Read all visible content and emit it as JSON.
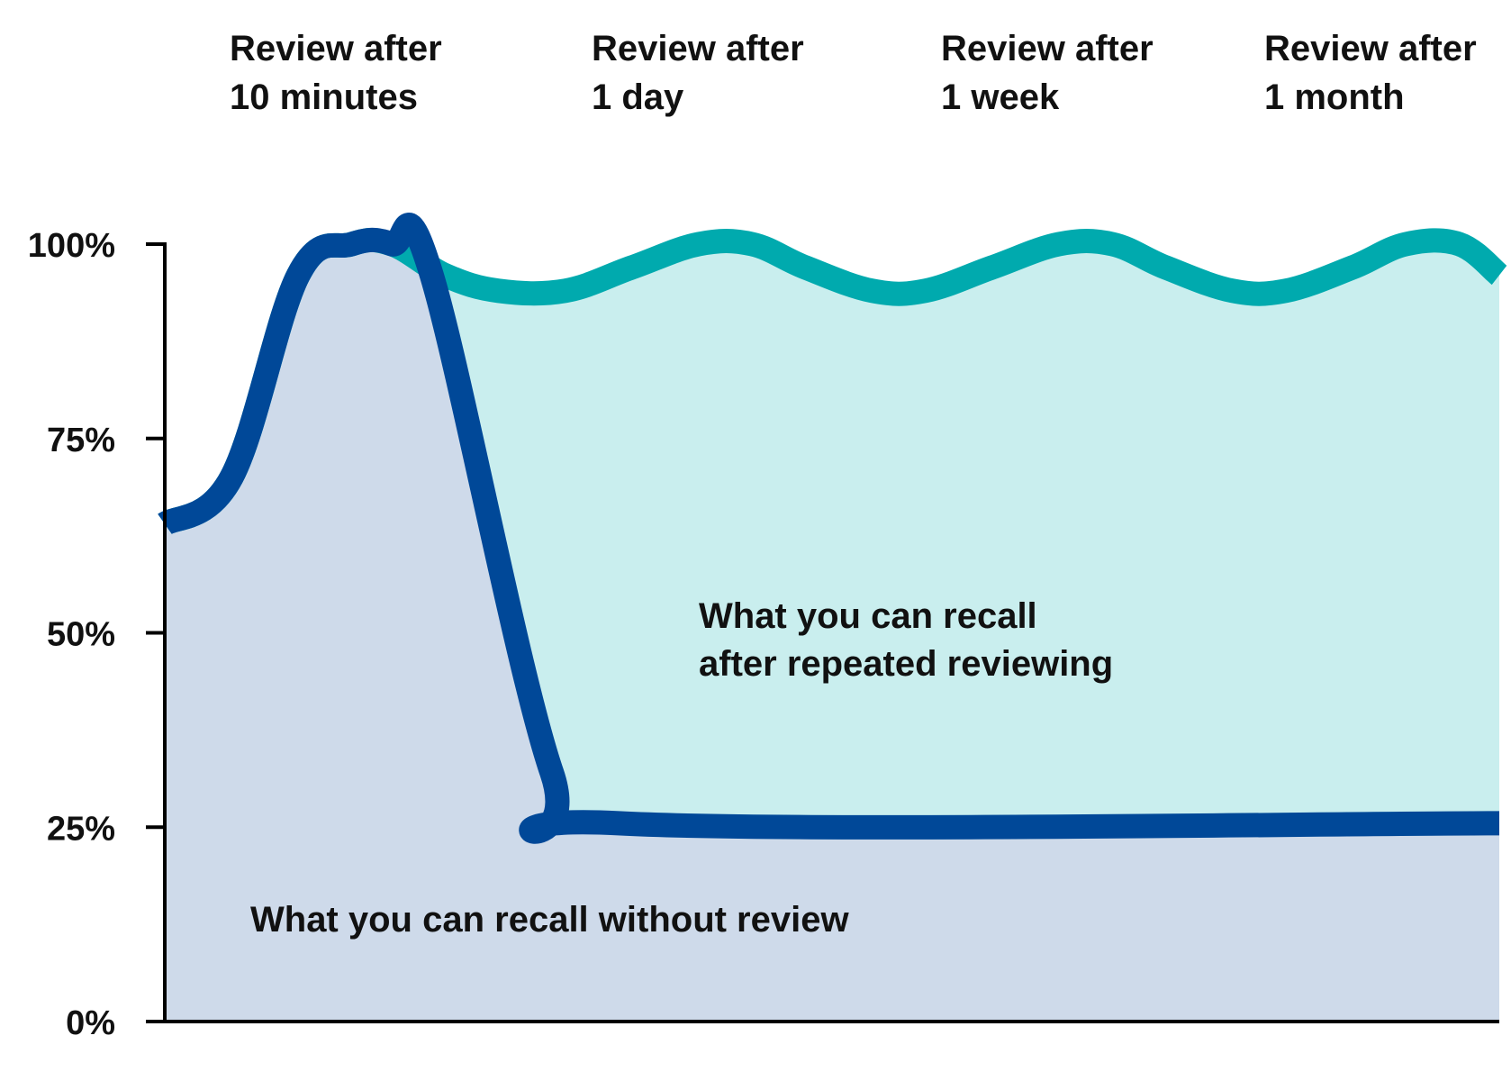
{
  "chart_data": {
    "type": "area",
    "title": "",
    "xlabel": "",
    "ylabel": "",
    "ylim": [
      0,
      100
    ],
    "y_ticks": [
      "0%",
      "25%",
      "50%",
      "75%",
      "100%"
    ],
    "y_tick_values": [
      0,
      25,
      50,
      75,
      100
    ],
    "review_labels": [
      {
        "line1": "Review after",
        "line2": "10 minutes"
      },
      {
        "line1": "Review after",
        "line2": "1 day"
      },
      {
        "line1": "Review after",
        "line2": "1 week"
      },
      {
        "line1": "Review after",
        "line2": "1 month"
      }
    ],
    "series": [
      {
        "color": "#00aaae",
        "fill": "#c9eeee",
        "annotation": [
          "What you can recall",
          "after repeated reviewing"
        ],
        "points": [
          [
            0,
            64
          ],
          [
            5,
            70
          ],
          [
            10,
            96
          ],
          [
            14,
            100
          ],
          [
            17,
            100
          ],
          [
            21,
            96
          ],
          [
            25,
            94
          ],
          [
            30,
            94
          ],
          [
            35,
            97
          ],
          [
            40,
            100
          ],
          [
            44,
            100
          ],
          [
            48,
            97
          ],
          [
            53,
            94
          ],
          [
            57,
            94
          ],
          [
            62,
            97
          ],
          [
            67,
            100
          ],
          [
            71,
            100
          ],
          [
            75,
            97
          ],
          [
            80,
            94
          ],
          [
            84,
            94
          ],
          [
            89,
            97
          ],
          [
            93,
            100
          ],
          [
            97,
            100
          ],
          [
            100,
            96
          ]
        ]
      },
      {
        "color": "#004898",
        "fill": "#cedaea",
        "annotation": [
          "What you can recall without review"
        ],
        "points": [
          [
            0,
            64
          ],
          [
            5,
            70
          ],
          [
            10,
            96
          ],
          [
            14,
            100
          ],
          [
            17,
            100
          ],
          [
            20,
            96
          ],
          [
            29,
            32
          ],
          [
            34,
            25.5
          ],
          [
            100,
            25.5
          ]
        ]
      }
    ]
  }
}
